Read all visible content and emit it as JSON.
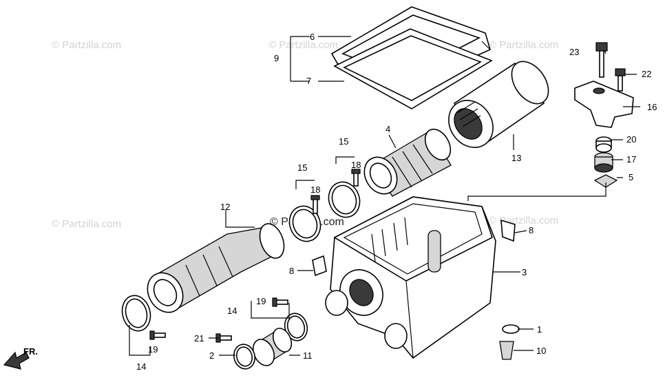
{
  "watermarks": {
    "w1": "© Partzilla.com",
    "w2": "© Partzilla.com",
    "w3": "© Partzilla.com",
    "w4": "© Partzilla.com",
    "w5": "© Partzilla.com",
    "center": "© Partzilla.com"
  },
  "direction_label": "FR.",
  "callouts": {
    "c1": "1",
    "c2": "2",
    "c3": "3",
    "c4": "4",
    "c5": "5",
    "c6": "6",
    "c7": "7",
    "c8a": "8",
    "c8b": "8",
    "c9": "9",
    "c10": "10",
    "c11": "11",
    "c12": "12",
    "c13": "13",
    "c14a": "14",
    "c14b": "14",
    "c15a": "15",
    "c15b": "15",
    "c16": "16",
    "c17": "17",
    "c18a": "18",
    "c18b": "18",
    "c19a": "19",
    "c19b": "19",
    "c20": "20",
    "c21": "21",
    "c22": "22",
    "c23": "23"
  }
}
